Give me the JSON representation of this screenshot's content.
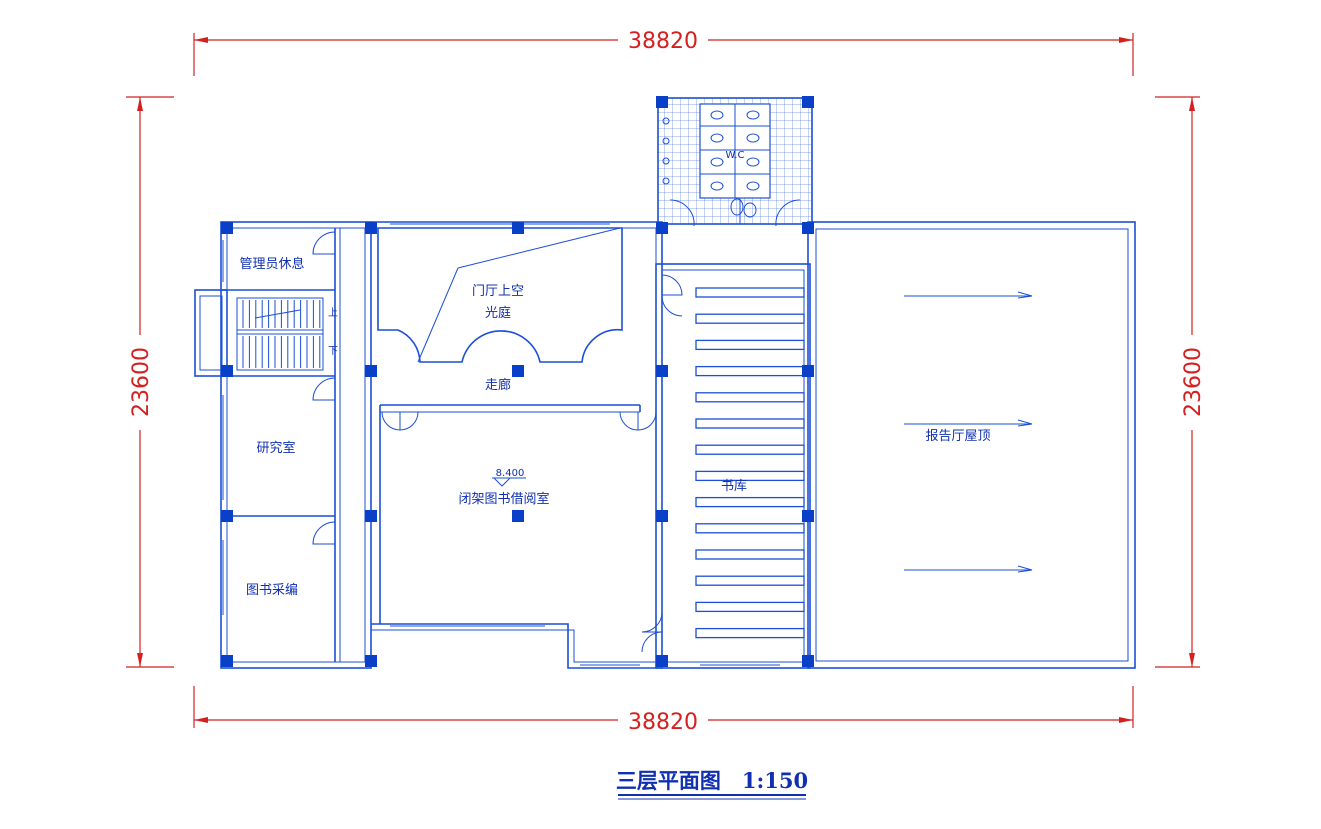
{
  "dimensions": {
    "top": "38820",
    "bottom": "38820",
    "left": "23600",
    "right": "23600"
  },
  "rooms": {
    "admin_rest": "管理员休息",
    "stair_up": "上",
    "stair_down": "下",
    "lobby_void": "门厅上空",
    "atrium": "光庭",
    "corridor": "走廊",
    "study": "研究室",
    "reading_room": "闭架图书借阅室",
    "level_mark": "8.400",
    "book_purchase": "图书采编",
    "stacks": "书库",
    "auditorium_roof": "报告厅屋顶",
    "wc": "W.C"
  },
  "title": "三层平面图　1:150",
  "colors": {
    "wall": "#1a4fd6",
    "dimension": "#d42020",
    "column": "#0a3fc7"
  }
}
